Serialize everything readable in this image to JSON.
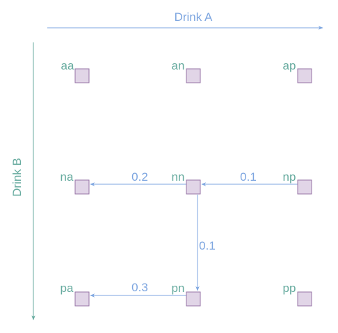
{
  "colors": {
    "axis_a": "#7ea6e0",
    "axis_b": "#67ab9f",
    "node_fill": "#e1d5e7",
    "node_stroke": "#9673a6",
    "node_label": "#67ab9f",
    "edge": "#7ea6e0",
    "edge_label": "#7ea6e0"
  },
  "axes": {
    "a_label": "Drink A",
    "b_label": "Drink B"
  },
  "nodes": {
    "aa": "aa",
    "an": "an",
    "ap": "ap",
    "na": "na",
    "nn": "nn",
    "np": "np",
    "pa": "pa",
    "pn": "pn",
    "pp": "pp"
  },
  "edges": {
    "nn_to_na": "0.2",
    "np_to_nn": "0.1",
    "nn_to_pn": "0.1",
    "pn_to_pa": "0.3"
  }
}
